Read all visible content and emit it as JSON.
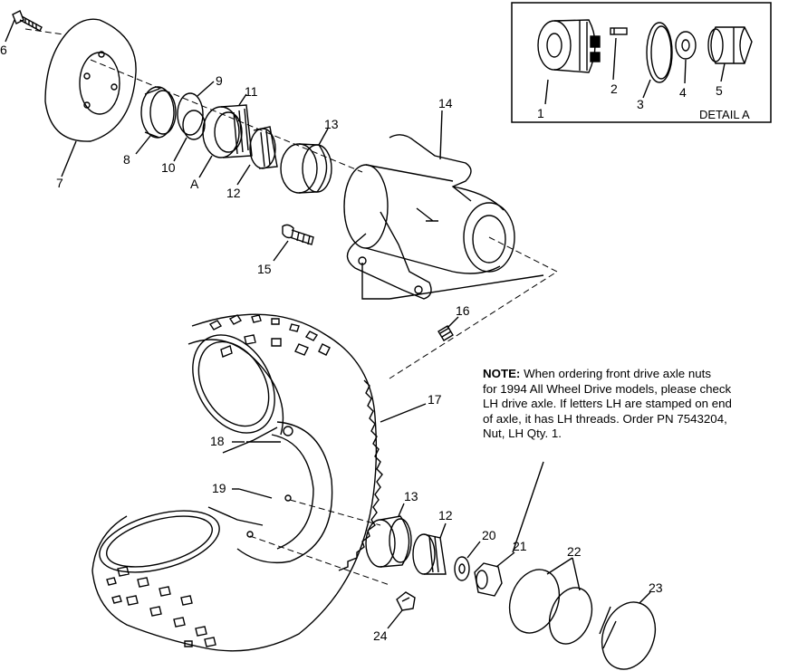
{
  "part_numbers": {
    "p1": "1",
    "p2": "2",
    "p3": "3",
    "p4": "4",
    "p5": "5",
    "p6": "6",
    "p7": "7",
    "p8": "8",
    "p9": "9",
    "p10": "10",
    "p11": "11",
    "p12a": "12",
    "p12b": "12",
    "p13a": "13",
    "p13b": "13",
    "p14": "14",
    "p15": "15",
    "p16": "16",
    "p17": "17",
    "p18": "18",
    "p19": "19",
    "p20": "20",
    "p21": "21",
    "p22": "22",
    "p23": "23",
    "p24": "24",
    "pA": "A"
  },
  "detail_box": {
    "label": "DETAIL A"
  },
  "note": {
    "heading": "NOTE:",
    "line1": " When ordering front drive axle nuts",
    "line2": "for 1994 All Wheel Drive models, please check",
    "line3": "LH drive axle.  If letters LH are stamped on end",
    "line4": "of axle, it has LH threads.  Order PN 7543204,",
    "line5": "Nut, LH Qty. 1."
  }
}
